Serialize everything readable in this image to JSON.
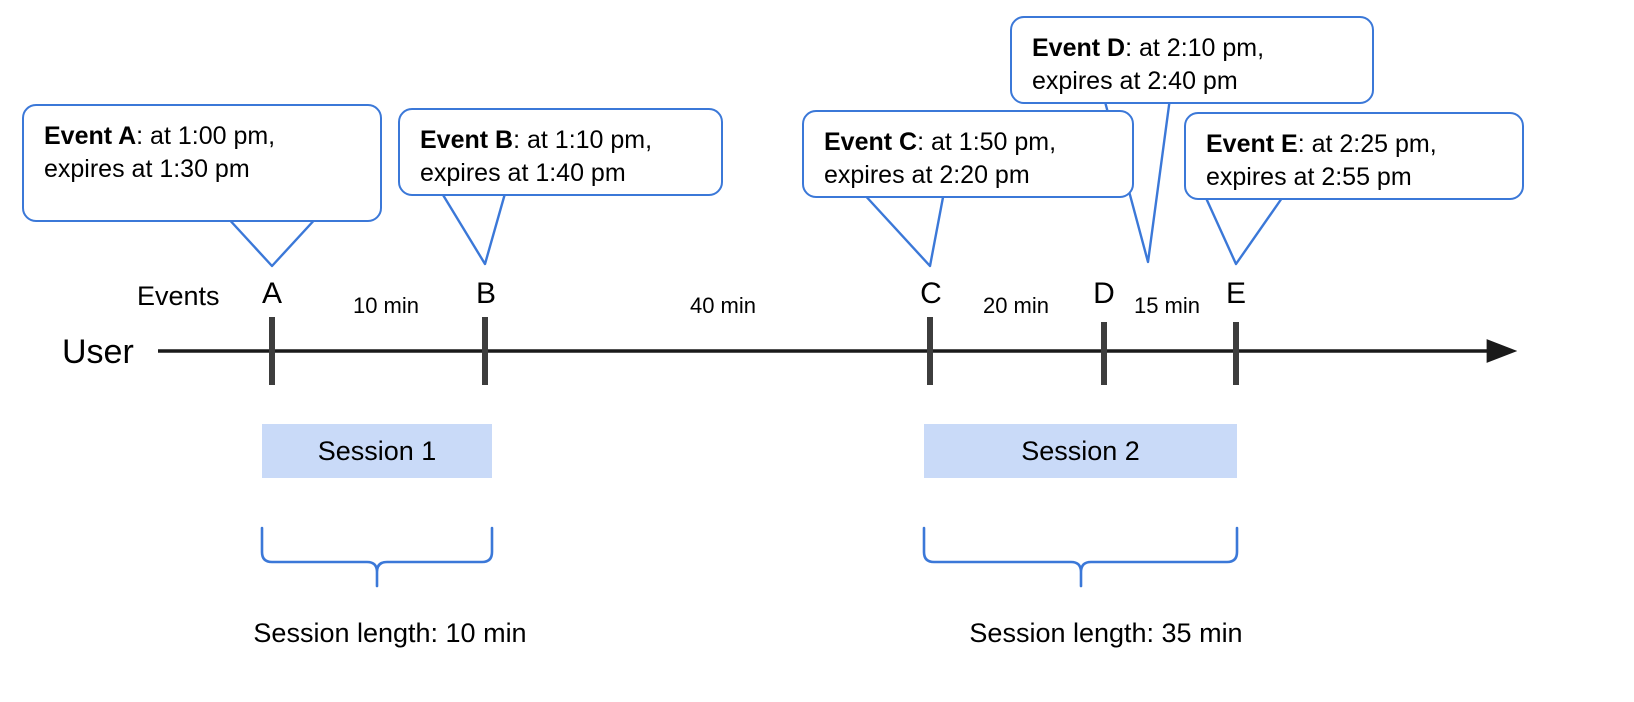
{
  "diagram": {
    "title": "User session timeline with event callouts",
    "accent_blue": "#3b78d8",
    "session_fill": "#c9daf8",
    "axis_color": "#333333"
  },
  "axis": {
    "row_label": "User",
    "events_label": "Events"
  },
  "events": [
    {
      "key": "A",
      "tick_label": "A",
      "name": "Event A",
      "separator": ":",
      "line1_rest": " at 1:00 pm,",
      "line2": "expires at 1:30 pm",
      "at_time": "1:00 pm",
      "expires_time": "1:30 pm"
    },
    {
      "key": "B",
      "tick_label": "B",
      "name": "Event B",
      "separator": ":",
      "line1_rest": " at 1:10 pm,",
      "line2": "expires at 1:40 pm",
      "at_time": "1:10 pm",
      "expires_time": "1:40 pm"
    },
    {
      "key": "C",
      "tick_label": "C",
      "name": "Event C",
      "separator": ":",
      "line1_rest": " at 1:50 pm,",
      "line2": "expires at 2:20 pm",
      "at_time": "1:50 pm",
      "expires_time": "2:20 pm"
    },
    {
      "key": "D",
      "tick_label": "D",
      "name": "Event D",
      "separator": ":",
      "line1_rest": " at 2:10 pm,",
      "line2": "expires at 2:40 pm",
      "at_time": "2:10 pm",
      "expires_time": "2:40 pm"
    },
    {
      "key": "E",
      "tick_label": "E",
      "name": "Event E",
      "separator": ":",
      "line1_rest": " at 2:25 pm,",
      "line2": "expires at 2:55 pm",
      "at_time": "2:25 pm",
      "expires_time": "2:55 pm"
    }
  ],
  "gaps": [
    {
      "label": "10 min",
      "from": "A",
      "to": "B"
    },
    {
      "label": "40 min",
      "from": "B",
      "to": "C"
    },
    {
      "label": "20 min",
      "from": "C",
      "to": "D"
    },
    {
      "label": "15 min",
      "from": "D",
      "to": "E"
    }
  ],
  "sessions": [
    {
      "label": "Session 1",
      "length_label": "Session length: 10 min",
      "length_minutes": 10
    },
    {
      "label": "Session 2",
      "length_label": "Session length: 35 min",
      "length_minutes": 35
    }
  ]
}
